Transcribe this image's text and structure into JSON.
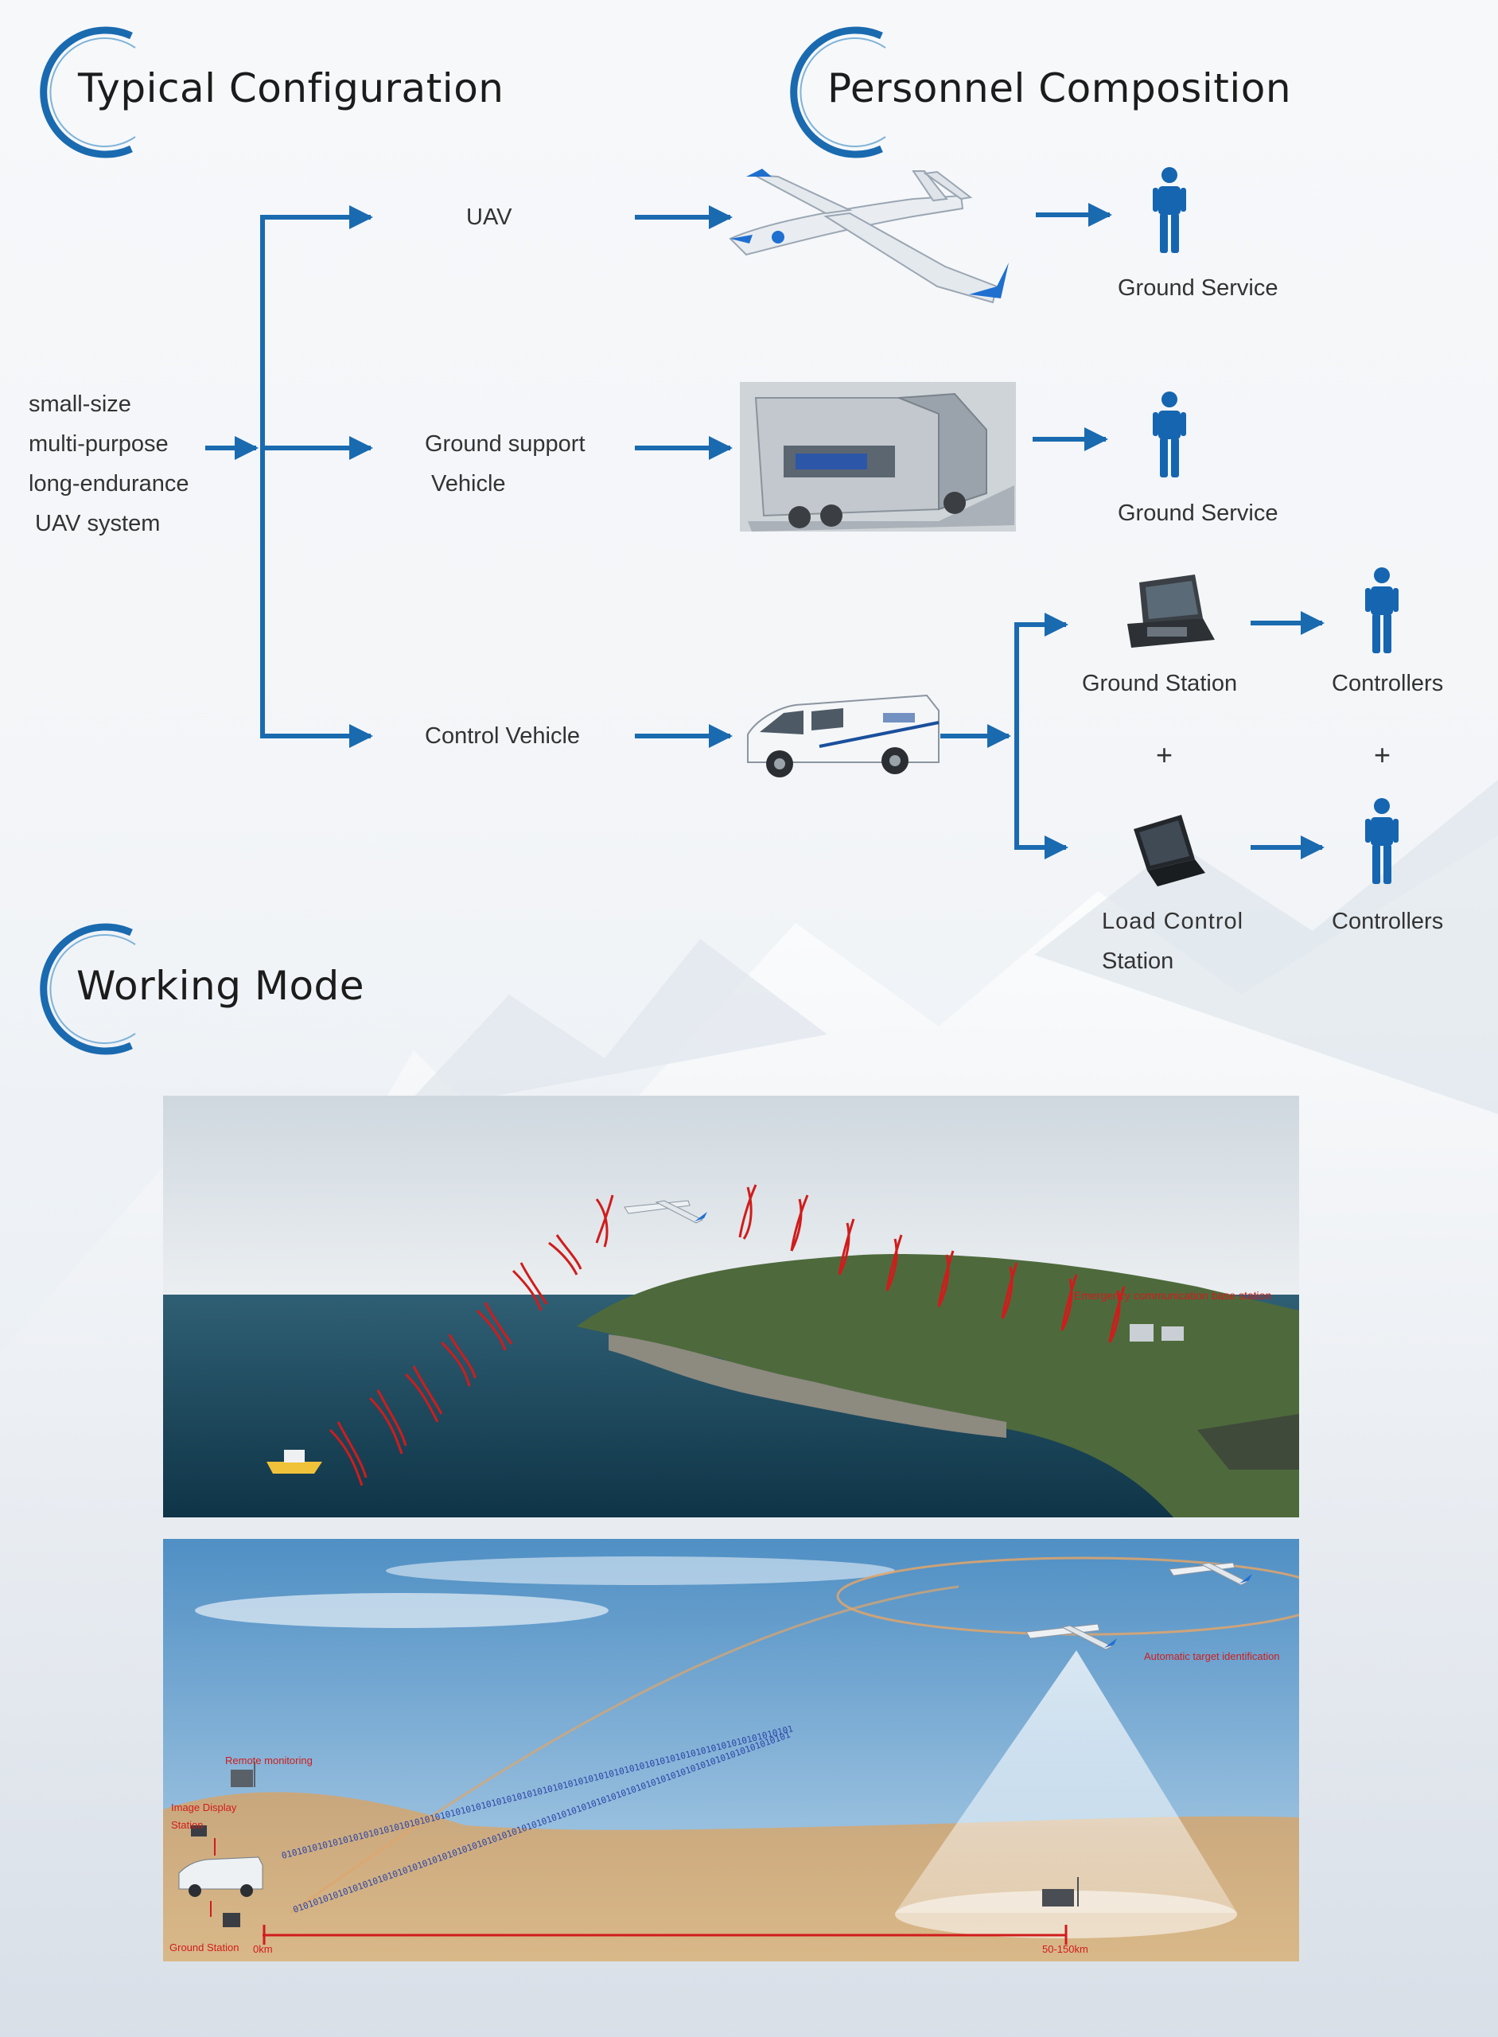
{
  "sections": {
    "typical_configuration": "Typical Configuration",
    "personnel_composition": "Personnel Composition",
    "working_mode": "Working Mode"
  },
  "system_label": {
    "line1": "small-size",
    "line2": "multi-purpose",
    "line3": "long-endurance",
    "line4": "UAV  system"
  },
  "components": {
    "uav": "UAV",
    "ground_support_line1": "Ground support",
    "ground_support_line2": "Vehicle",
    "control_vehicle": "Control Vehicle"
  },
  "stations": {
    "ground_station": "Ground Station",
    "load_control_line1": "Load Control",
    "load_control_line2": "Station",
    "plus": "+"
  },
  "personnel": {
    "ground_service": "Ground Service",
    "controllers": "Controllers"
  },
  "scene1": {
    "base_station_label": "Emergency communication base station"
  },
  "scene2": {
    "automatic_target": "Automatic target identification",
    "remote_monitoring": "Remote monitoring",
    "image_display_line1": "Image Display",
    "image_display_line2": "Station",
    "ground_station": "Ground Station",
    "range_start": "0km",
    "range_end": "50-150km",
    "binary_stream": "0101010101010101010101010101010101010101010101010101010101010101010101010101010101010101010101010101"
  },
  "colors": {
    "accent": "#1a6ab0",
    "person": "#1565b0",
    "label_red": "#d01c1c"
  }
}
